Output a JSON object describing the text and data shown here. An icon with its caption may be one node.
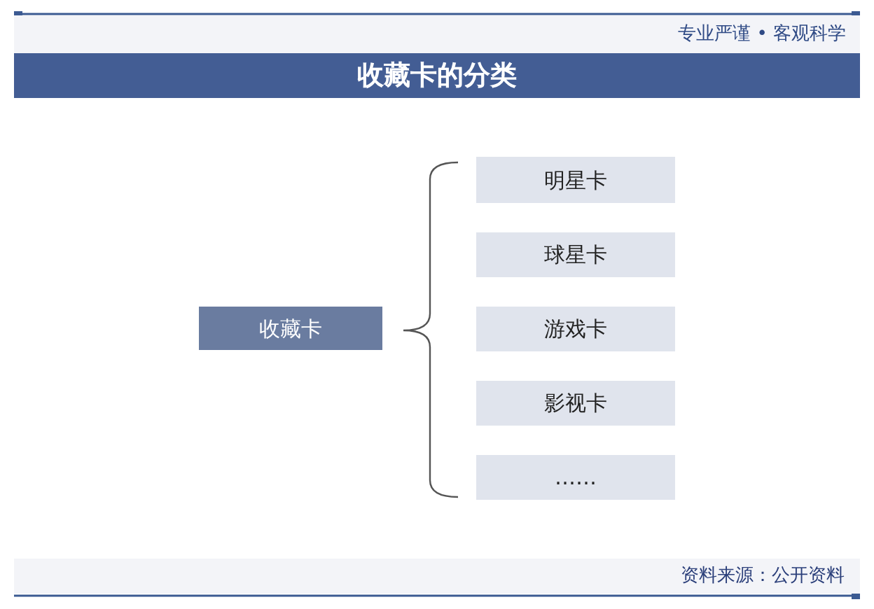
{
  "diagram": {
    "title": "收藏卡的分类",
    "nodes": [
      {
        "text": [
          "收藏卡"
        ]
      },
      {
        "text": [
          "明星卡"
        ]
      },
      {
        "text": [
          "球星卡"
        ]
      },
      {
        "text": [
          "游戏卡"
        ]
      },
      {
        "text": [
          "影视卡"
        ]
      },
      {
        "text": [
          "……"
        ]
      }
    ],
    "labels": [
      "专业严谨 • 客观科学",
      "资料来源：公开资料"
    ]
  }
}
